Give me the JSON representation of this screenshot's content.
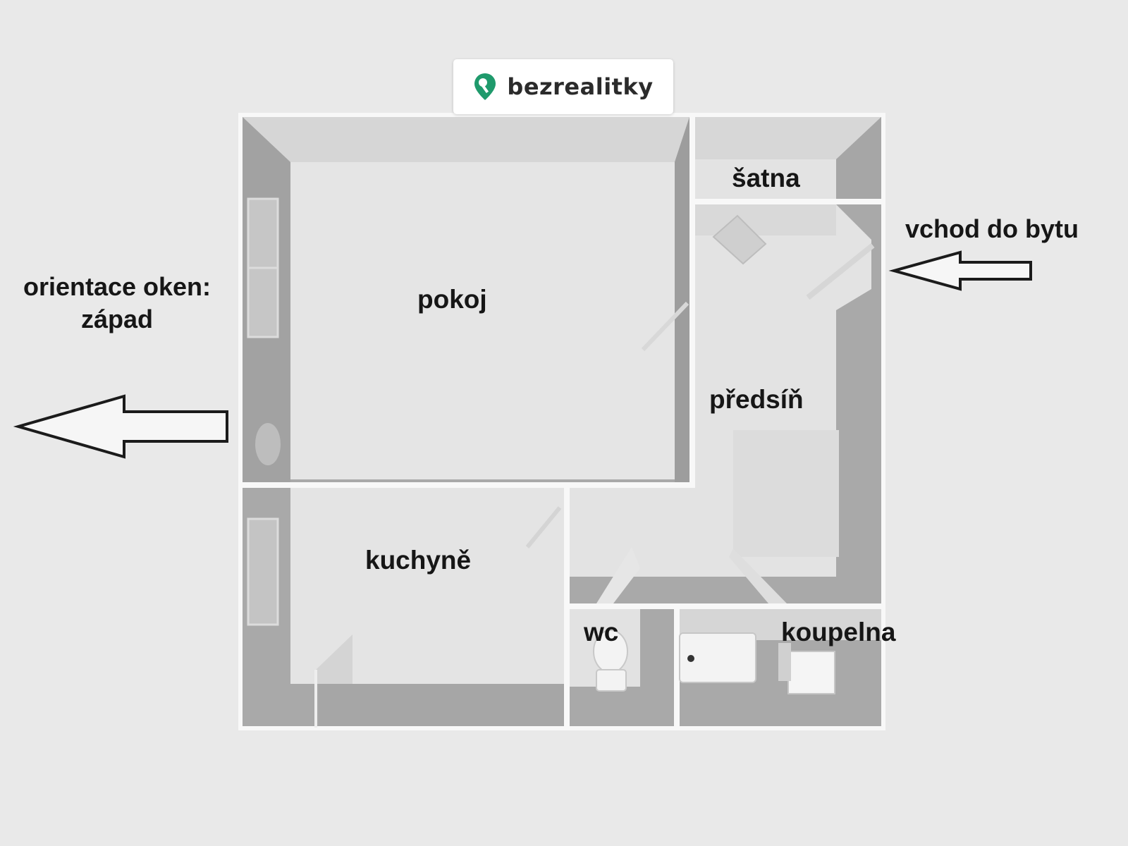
{
  "brand": {
    "name": "bezrealitky",
    "accent_color": "#1f9a6c"
  },
  "rooms": {
    "pokoj": "pokoj",
    "satna": "šatna",
    "predsin": "předsíň",
    "kuchyne": "kuchyně",
    "wc": "wc",
    "koupelna": "koupelna"
  },
  "annotations": {
    "entrance": "vchod do bytu",
    "window_orientation_line1": "orientace oken:",
    "window_orientation_line2": "západ"
  },
  "icons": {
    "logo": "location-pin-icon",
    "entrance_arrow": "arrow-left-icon",
    "west_arrow": "arrow-left-icon"
  },
  "colors": {
    "background": "#e9e9e9",
    "wall": "#a9a9a9",
    "wall_outline": "#f7f7f7",
    "floor": "#e5e5e5"
  }
}
